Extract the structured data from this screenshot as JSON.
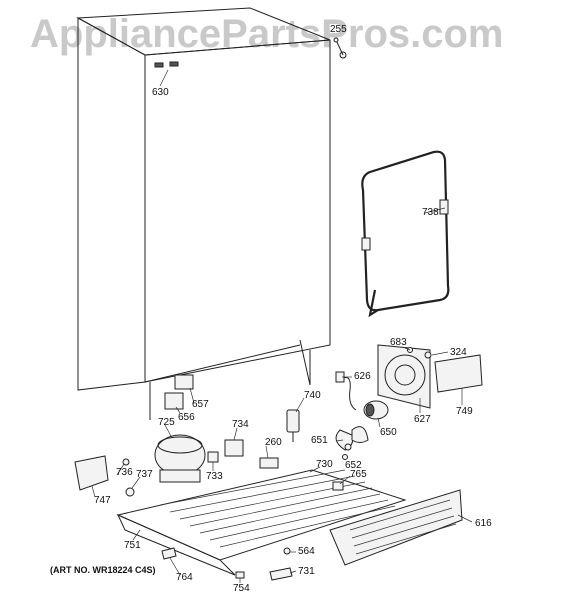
{
  "watermark": "AppliancePartsPros.com",
  "art_number": "(ART NO. WR18224 C4S)",
  "parts": {
    "p255": "255",
    "p630": "630",
    "p738": "738",
    "p683": "683",
    "p324": "324",
    "p626": "626",
    "p627": "627",
    "p749": "749",
    "p650": "650",
    "p657": "657",
    "p656": "656",
    "p740": "740",
    "p725": "725",
    "p734": "734",
    "p651": "651",
    "p652": "652",
    "p260": "260",
    "p730": "730",
    "p765": "765",
    "p733": "733",
    "p736": "736",
    "p737": "737",
    "p747": "747",
    "p616": "616",
    "p751": "751",
    "p564": "564",
    "p754": "754",
    "p731": "731",
    "p764": "764"
  }
}
